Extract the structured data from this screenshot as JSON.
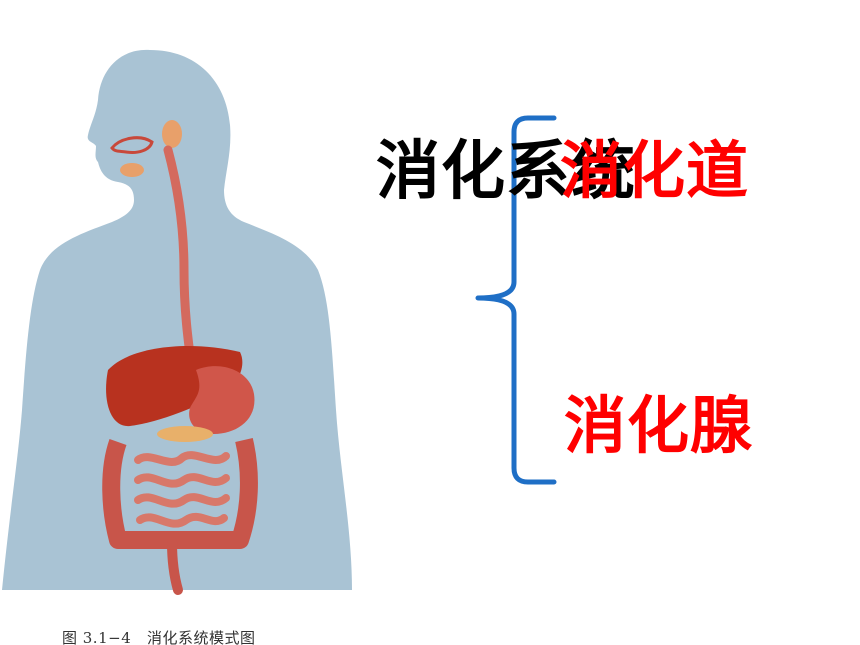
{
  "slide": {
    "title": "消化系统",
    "branches": {
      "upper": "消化道",
      "lower": "消化腺"
    },
    "figure": {
      "caption": "图 3.1−4   消化系统模式图",
      "icon": "digestive-system-illustration"
    }
  },
  "colors": {
    "title": "#000000",
    "branch_text": "#ff0000",
    "brace": "#1f6fc6",
    "body_silhouette": "#a9c3d4",
    "organs": "#c8483a"
  }
}
